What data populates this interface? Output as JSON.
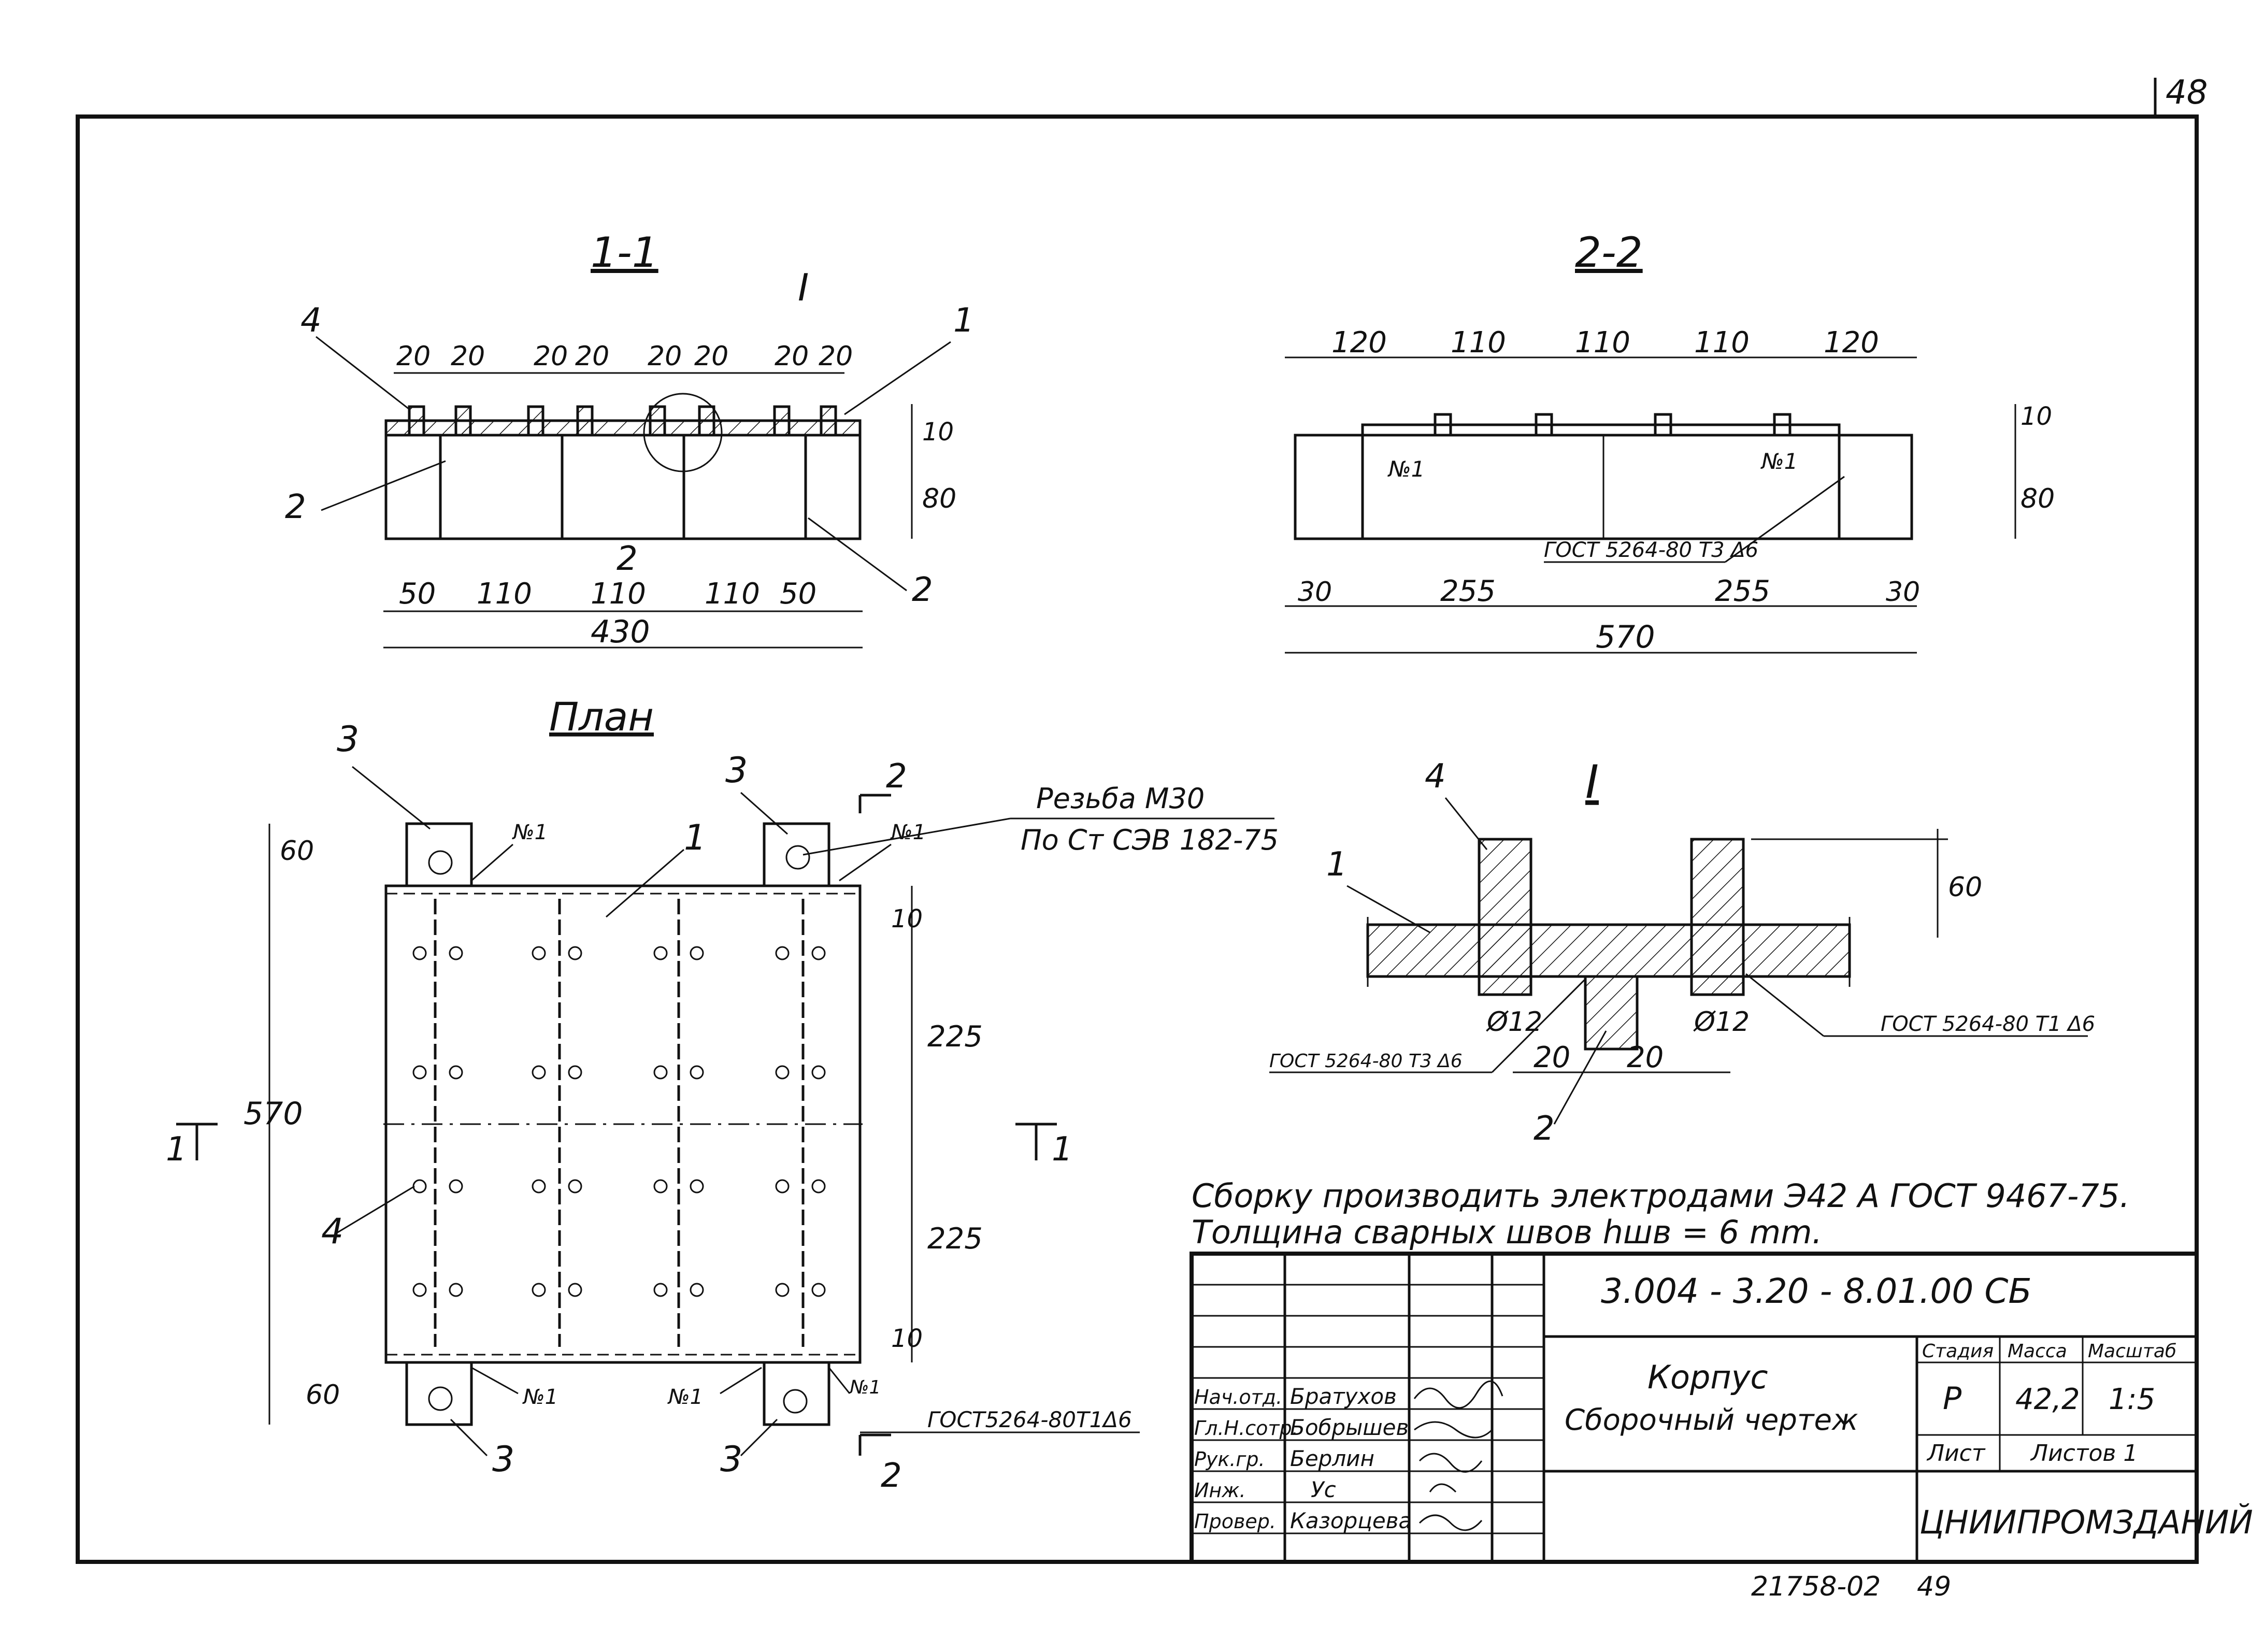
{
  "sheet": {
    "page_number": "48",
    "footer_code": "21758-02",
    "footer_page": "49"
  },
  "section_1_1": {
    "title": "1-1",
    "callout_I": "I",
    "top_dims": [
      "20",
      "20",
      "20",
      "20",
      "20",
      "20",
      "20",
      "20"
    ],
    "bottom_dims": [
      "50",
      "110",
      "110",
      "110",
      "50"
    ],
    "overall": "430",
    "right_dims": [
      "10",
      "80"
    ],
    "labels": [
      "4",
      "1",
      "2",
      "2",
      "2"
    ]
  },
  "section_2_2": {
    "title": "2-2",
    "top_dims": [
      "120",
      "110",
      "110",
      "110",
      "120"
    ],
    "bottom_dims": [
      "30",
      "255",
      "255",
      "30"
    ],
    "overall": "570",
    "right_dims": [
      "10",
      "80"
    ],
    "weld_marks": [
      "№1",
      "№1"
    ],
    "weld_note": "ГОСТ 5264-80 Т3 Δ6"
  },
  "plan": {
    "title": "План",
    "thread_note_1": "Резьба  М30",
    "thread_note_2": "По  Ст  СЭВ  182-75",
    "cut_marks": [
      "2",
      "2",
      "1",
      "1"
    ],
    "left_dims": [
      "60",
      "570",
      "60"
    ],
    "right_dims": [
      "10",
      "225",
      "225",
      "10"
    ],
    "part_labels": [
      "3",
      "3",
      "3",
      "3",
      "1",
      "4"
    ],
    "weld_marks": [
      "№1",
      "№1",
      "№1",
      "№1",
      "№1"
    ],
    "weld_note": "ГОСТ5264-80Т1Δ6"
  },
  "detail_I": {
    "title": "I",
    "dim_60": "60",
    "dia_left": "Ø12",
    "dia_right": "Ø12",
    "dims": [
      "20",
      "20"
    ],
    "weld_left": "ГОСТ 5264-80 Т3 Δ6",
    "weld_right": "ГОСТ 5264-80 Т1 Δ6",
    "labels": [
      "4",
      "1",
      "2"
    ]
  },
  "notes": {
    "line1": "Сборку  производить  электродами  Э42 А  ГОСТ 9467-75.",
    "line2": "Толщина  сварных  швов  hшв = 6 mm."
  },
  "title_block": {
    "doc_code": "3.004 - 3.20 - 8.01.00 СБ",
    "title_line1": "Корпус",
    "title_line2": "Сборочный   чертеж",
    "col_stage": "Стадия",
    "col_mass": "Масса",
    "col_scale": "Масштаб",
    "stage": "Р",
    "mass": "42,2",
    "scale": "1:5",
    "sheet_label": "Лист",
    "sheets_label": "Листов 1",
    "org": "ЦНИИПРОМЗДАНИЙ",
    "signatures": [
      {
        "role": "Нач.отд.",
        "name": "Братухов"
      },
      {
        "role": "Гл.Н.сотр.",
        "name": "Бобрышев"
      },
      {
        "role": "Рук.гр.",
        "name": "Берлин"
      },
      {
        "role": "Инж.",
        "name": "Ус"
      },
      {
        "role": "Провер.",
        "name": "Казорцева"
      }
    ]
  }
}
